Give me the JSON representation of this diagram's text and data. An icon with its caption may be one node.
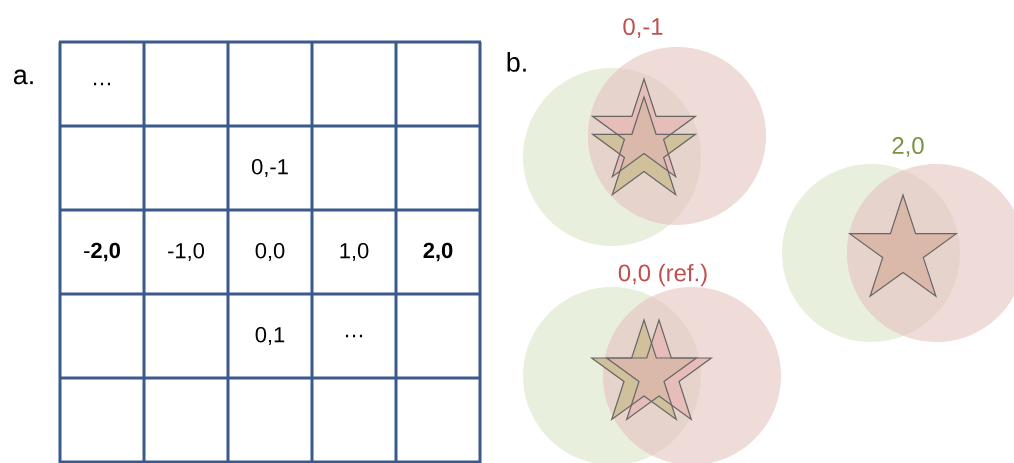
{
  "diagram": {
    "labels": [
      "a.",
      "b.",
      "…",
      "0,-1",
      "-**2,0**",
      "-1,0",
      "0,0",
      "1,0",
      "2,0",
      "0,1",
      "…",
      "0,-1",
      "2,0",
      "0,0 (ref.)"
    ]
  }
}
